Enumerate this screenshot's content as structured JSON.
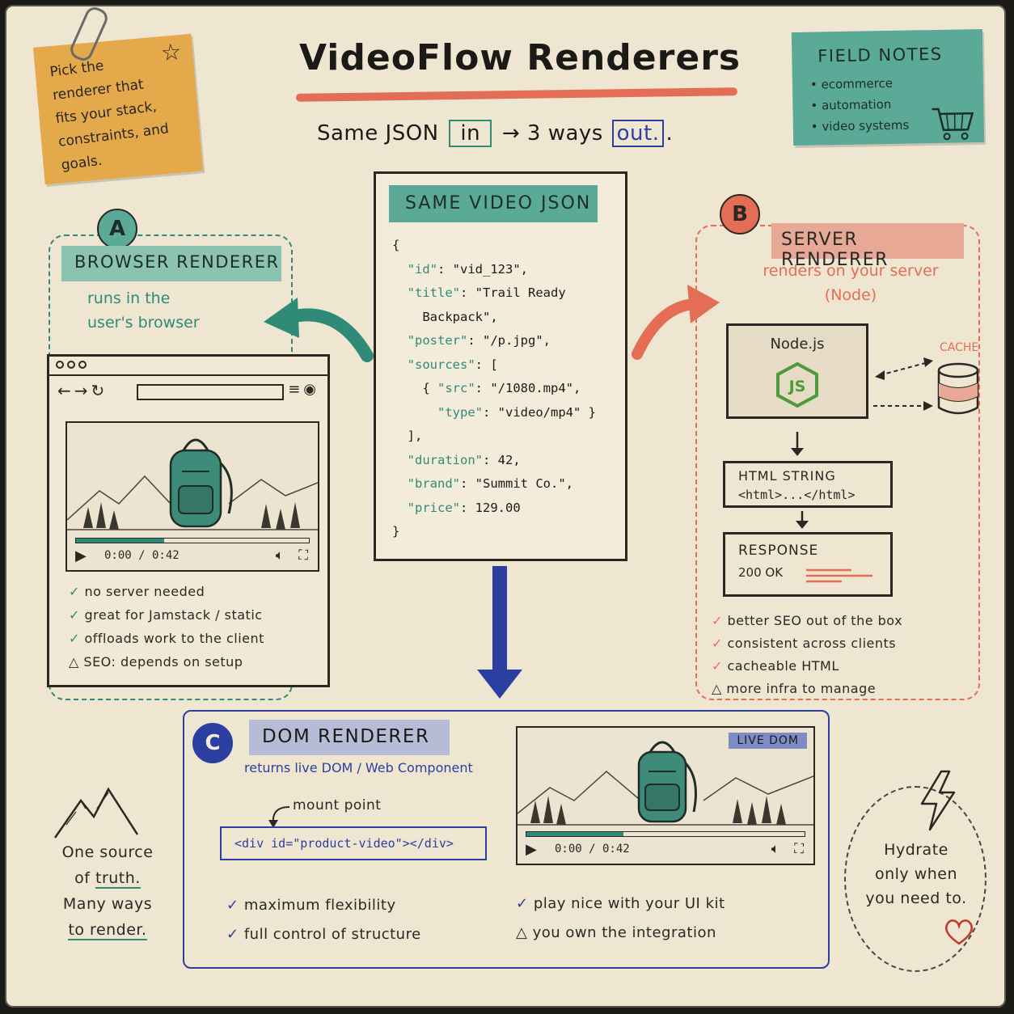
{
  "title": "VideoFlow Renderers",
  "subtitle": {
    "pre": "Same JSON",
    "in": "in",
    "mid": "→ 3 ways",
    "out": "out.",
    "post": "."
  },
  "sticky_note": {
    "text": "Pick the\nrenderer that\nfits your stack,\nconstraints, and\ngoals."
  },
  "field_notes": {
    "title": "FIELD NOTES",
    "items": [
      "ecommerce",
      "automation",
      "video systems"
    ]
  },
  "json_card": {
    "header": "SAME VIDEO JSON",
    "lines": [
      "{",
      "  \"id\": \"vid_123\",",
      "  \"title\": \"Trail Ready",
      "    Backpack\",",
      "  \"poster\": \"/p.jpg\",",
      "  \"sources\": [",
      "    { \"src\": \"/1080.mp4\",",
      "      \"type\": \"video/mp4\" }",
      "  ],",
      "  \"duration\": 42,",
      "  \"brand\": \"Summit Co.\",",
      "  \"price\": 129.00",
      "}"
    ]
  },
  "section_a": {
    "badge": "A",
    "heading": "BROWSER RENDERER",
    "subheading": "runs in the\nuser's browser",
    "player": {
      "time": "0:00 / 0:42",
      "progress": 0.38
    },
    "checks": [
      {
        "mark": "✓",
        "text": "no server needed"
      },
      {
        "mark": "✓",
        "text": "great for Jamstack / static"
      },
      {
        "mark": "✓",
        "text": "offloads work to the client"
      },
      {
        "mark": "△",
        "text": "SEO: depends on setup"
      }
    ]
  },
  "section_b": {
    "badge": "B",
    "heading": "SERVER RENDERER",
    "subheading": "renders on your server\n(Node)",
    "node_label": "Node.js",
    "node_logo": "JS",
    "cache_label": "CACHE",
    "html_string": {
      "title": "HTML STRING",
      "code": "<html>...</html>"
    },
    "response": {
      "title": "RESPONSE",
      "status": "200 OK"
    },
    "checks": [
      {
        "mark": "✓",
        "text": "better SEO out of the box"
      },
      {
        "mark": "✓",
        "text": "consistent across clients"
      },
      {
        "mark": "✓",
        "text": "cacheable HTML"
      },
      {
        "mark": "△",
        "text": "more infra to manage"
      }
    ]
  },
  "section_c": {
    "badge": "C",
    "heading": "DOM RENDERER",
    "subheading": "returns live DOM / Web Component",
    "mount_label": "mount point",
    "mount_code": "<div id=\"product-video\"></div>",
    "live_tag": "LIVE DOM",
    "player": {
      "time": "0:00 / 0:42",
      "progress": 0.35
    },
    "checks_left": [
      {
        "mark": "✓",
        "text": "maximum flexibility"
      },
      {
        "mark": "✓",
        "text": "full control of structure"
      }
    ],
    "checks_right": [
      {
        "mark": "✓",
        "text": "play nice with your UI kit"
      },
      {
        "mark": "△",
        "text": "you own the integration"
      }
    ]
  },
  "left_note": {
    "l1": "One source",
    "l2a": "of ",
    "l2b": "truth.",
    "l3": "Many ways",
    "l4": "to render."
  },
  "right_note": {
    "l1": "Hydrate",
    "l2": "only when",
    "l3": "you need to."
  },
  "colors": {
    "teal": "#2f8a78",
    "coral": "#e36e55",
    "blue": "#2b3fa0",
    "paper": "#efe6d2",
    "ink": "#2b2824"
  },
  "icons": [
    "star-icon",
    "shopping-cart-icon",
    "play-icon",
    "volume-icon",
    "fullscreen-icon",
    "database-icon",
    "lightning-icon",
    "heart-icon",
    "mountain-icon",
    "backpack-icon"
  ]
}
